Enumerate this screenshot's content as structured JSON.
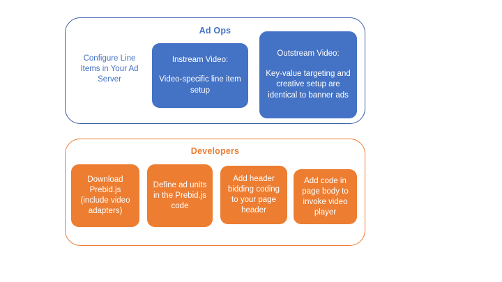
{
  "diagram": {
    "groups": [
      {
        "id": "ad-ops",
        "title": "Ad Ops",
        "accent_color": "#4472C4",
        "nodes": [
          {
            "id": "configure-line-items",
            "style": "plain",
            "text": "Configure Line Items in Your Ad Server"
          },
          {
            "id": "instream-video",
            "style": "filled",
            "fill_color": "#4472C4",
            "heading": "Instream Video:",
            "text": "Video-specific line item setup"
          },
          {
            "id": "outstream-video",
            "style": "filled",
            "fill_color": "#4472C4",
            "heading": "Outstream Video:",
            "text": "Key-value targeting and creative setup are identical to banner ads"
          }
        ]
      },
      {
        "id": "developers",
        "title": "Developers",
        "accent_color": "#ED7D31",
        "nodes": [
          {
            "id": "download-prebid",
            "style": "filled",
            "fill_color": "#ED7D31",
            "text": "Download Prebid.js (include video adapters)"
          },
          {
            "id": "define-ad-units",
            "style": "filled",
            "fill_color": "#ED7D31",
            "text": "Define ad units in the Prebid.js code"
          },
          {
            "id": "add-header-bidding-code",
            "style": "filled",
            "fill_color": "#ED7D31",
            "text": "Add header bidding coding to your page header"
          },
          {
            "id": "add-page-body-code",
            "style": "filled",
            "fill_color": "#ED7D31",
            "text": "Add code in page body to invoke video player"
          }
        ]
      }
    ]
  }
}
